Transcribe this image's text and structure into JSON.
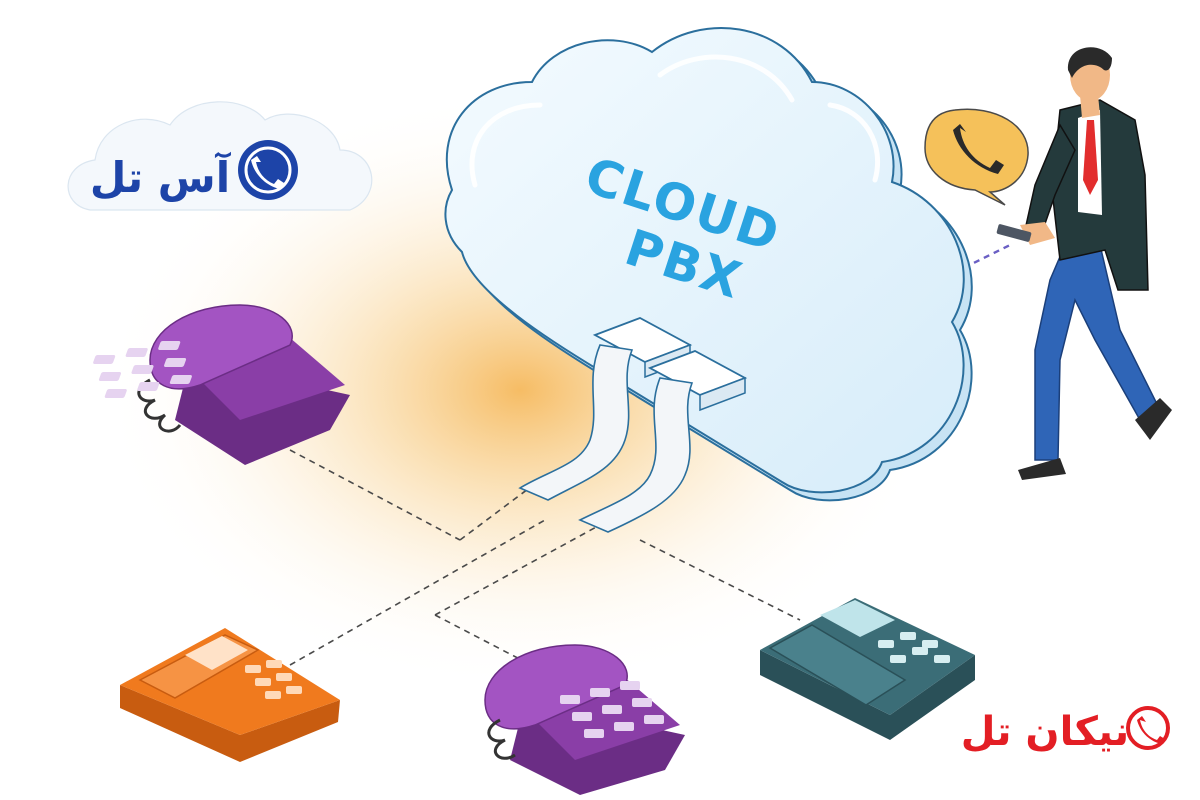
{
  "diagram": {
    "cloud": {
      "line1": "CLOUD",
      "line2": "PBX"
    },
    "logo_top_left": {
      "text": "آس تل"
    },
    "logo_bottom_right": {
      "text": "نیکان تل"
    }
  },
  "colors": {
    "cloud_fill": "#e3f3fc",
    "cloud_stroke": "#2b6f9d",
    "cloud_text": "#2aa3e0",
    "phone_purple": "#8a3ea7",
    "phone_orange": "#f07a1e",
    "phone_teal": "#3b6d77",
    "logo_blue": "#1d44a8",
    "logo_red": "#e31e24",
    "glow": "#f5b042",
    "connector_line": "#4a4a4a",
    "wireless_line": "#6a5fc4"
  }
}
